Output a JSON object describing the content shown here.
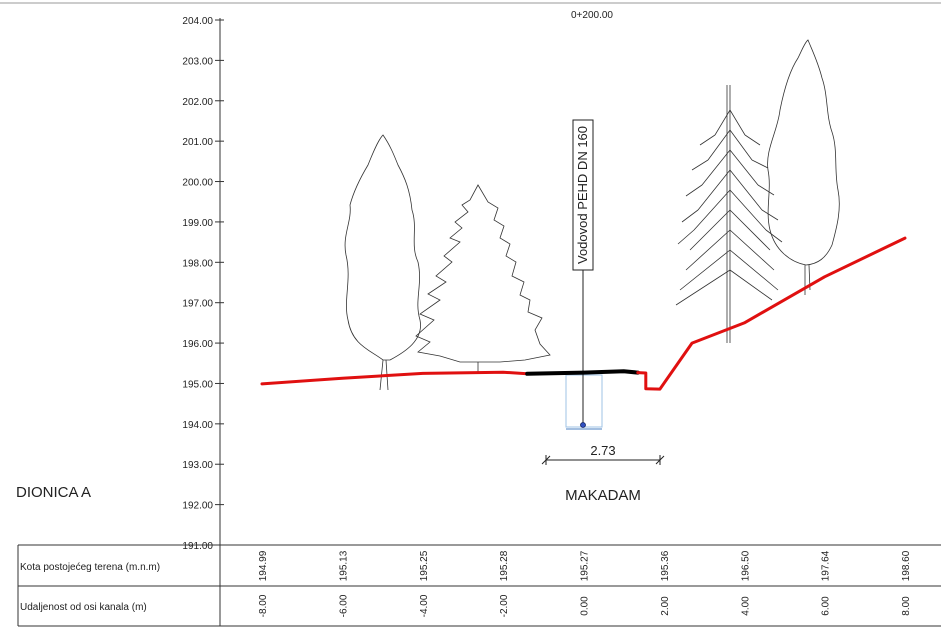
{
  "chart_data": {
    "type": "line",
    "title": "0+200.00",
    "section_label": "DIONICA A",
    "surface_label": "MAKADAM",
    "pipe_label": "Vodovod PEHD DN 160",
    "dimension_label": "2.73",
    "ylim": [
      191.0,
      204.0
    ],
    "xlim": [
      -8.0,
      8.0
    ],
    "y_ticks": [
      "204.00",
      "203.00",
      "202.00",
      "201.00",
      "200.00",
      "199.00",
      "198.00",
      "197.00",
      "196.00",
      "195.00",
      "194.00",
      "193.00",
      "192.00",
      "191.00"
    ],
    "terrain_row_label": "Kota postojećeg terena (m.n.m)",
    "distance_row_label": "Udaljenost od osi kanala (m)",
    "stations": [
      {
        "offset": "-8.00",
        "elevation": "194.99",
        "x": -8.0
      },
      {
        "offset": "-6.00",
        "elevation": "195.13",
        "x": -6.0
      },
      {
        "offset": "-4.00",
        "elevation": "195.25",
        "x": -4.0
      },
      {
        "offset": "-2.00",
        "elevation": "195.28",
        "x": -2.0
      },
      {
        "offset": "0.00",
        "elevation": "195.27",
        "x": 0.0
      },
      {
        "offset": "2.00",
        "elevation": "195.36",
        "x": 2.0
      },
      {
        "offset": "4.00",
        "elevation": "196.50",
        "x": 4.0
      },
      {
        "offset": "6.00",
        "elevation": "197.64",
        "x": 6.0
      },
      {
        "offset": "8.00",
        "elevation": "198.60",
        "x": 8.0
      }
    ],
    "series": [
      {
        "color": "#e01010",
        "points": [
          [
            -8.0,
            194.99
          ],
          [
            -6.0,
            195.13
          ],
          [
            -4.0,
            195.25
          ],
          [
            -2.0,
            195.28
          ],
          [
            -1.4,
            195.24
          ]
        ]
      },
      {
        "color": "#000000",
        "points": [
          [
            -1.4,
            195.24
          ],
          [
            0.0,
            195.27
          ],
          [
            1.0,
            195.3
          ],
          [
            1.35,
            195.27
          ]
        ]
      },
      {
        "color": "#e01010",
        "points": [
          [
            1.35,
            195.27
          ],
          [
            1.55,
            195.26
          ],
          [
            1.55,
            194.87
          ],
          [
            1.9,
            194.86
          ],
          [
            2.7,
            196.0
          ],
          [
            4.0,
            196.5
          ],
          [
            6.0,
            197.64
          ],
          [
            8.0,
            198.6
          ]
        ]
      }
    ]
  }
}
